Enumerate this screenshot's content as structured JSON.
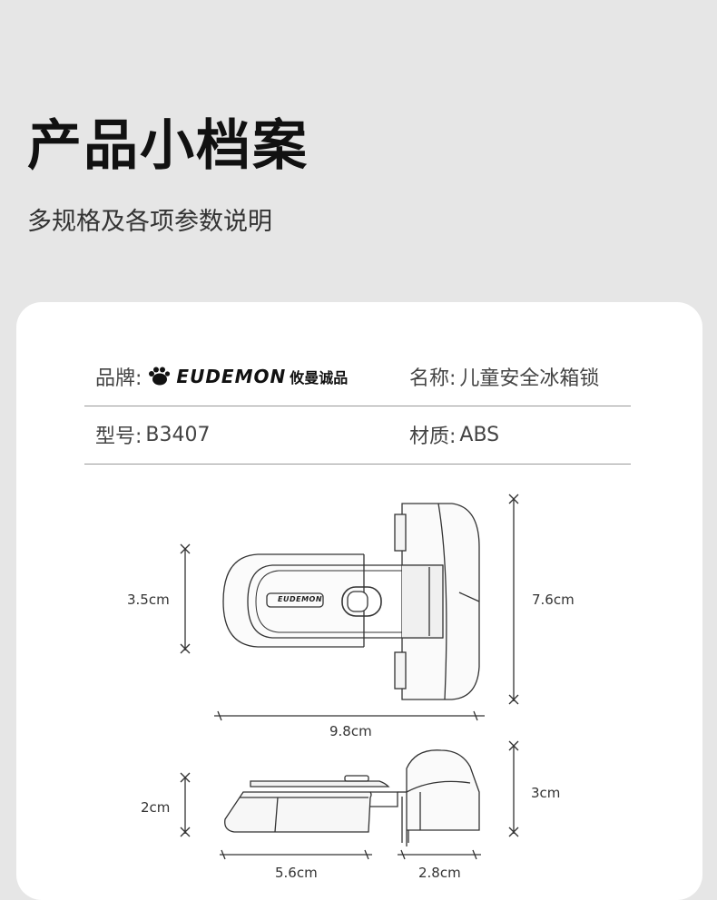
{
  "header": {
    "title": "产品小档案",
    "subtitle": "多规格及各项参数说明"
  },
  "specs": {
    "brand_label": "品牌:",
    "brand_name": "EUDEMON",
    "brand_cn": "攸曼诚品",
    "name_label": "名称:",
    "name_value": "儿童安全冰箱锁",
    "model_label": "型号:",
    "model_value": "B3407",
    "material_label": "材质:",
    "material_value": "ABS"
  },
  "dimensions": {
    "top_height": "3.5cm",
    "total_height": "7.6cm",
    "total_width": "9.8cm",
    "side_height": "2cm",
    "side_right_height": "3cm",
    "base_length": "5.6cm",
    "hinge_length": "2.8cm"
  },
  "product_badge": "EUDEMON"
}
